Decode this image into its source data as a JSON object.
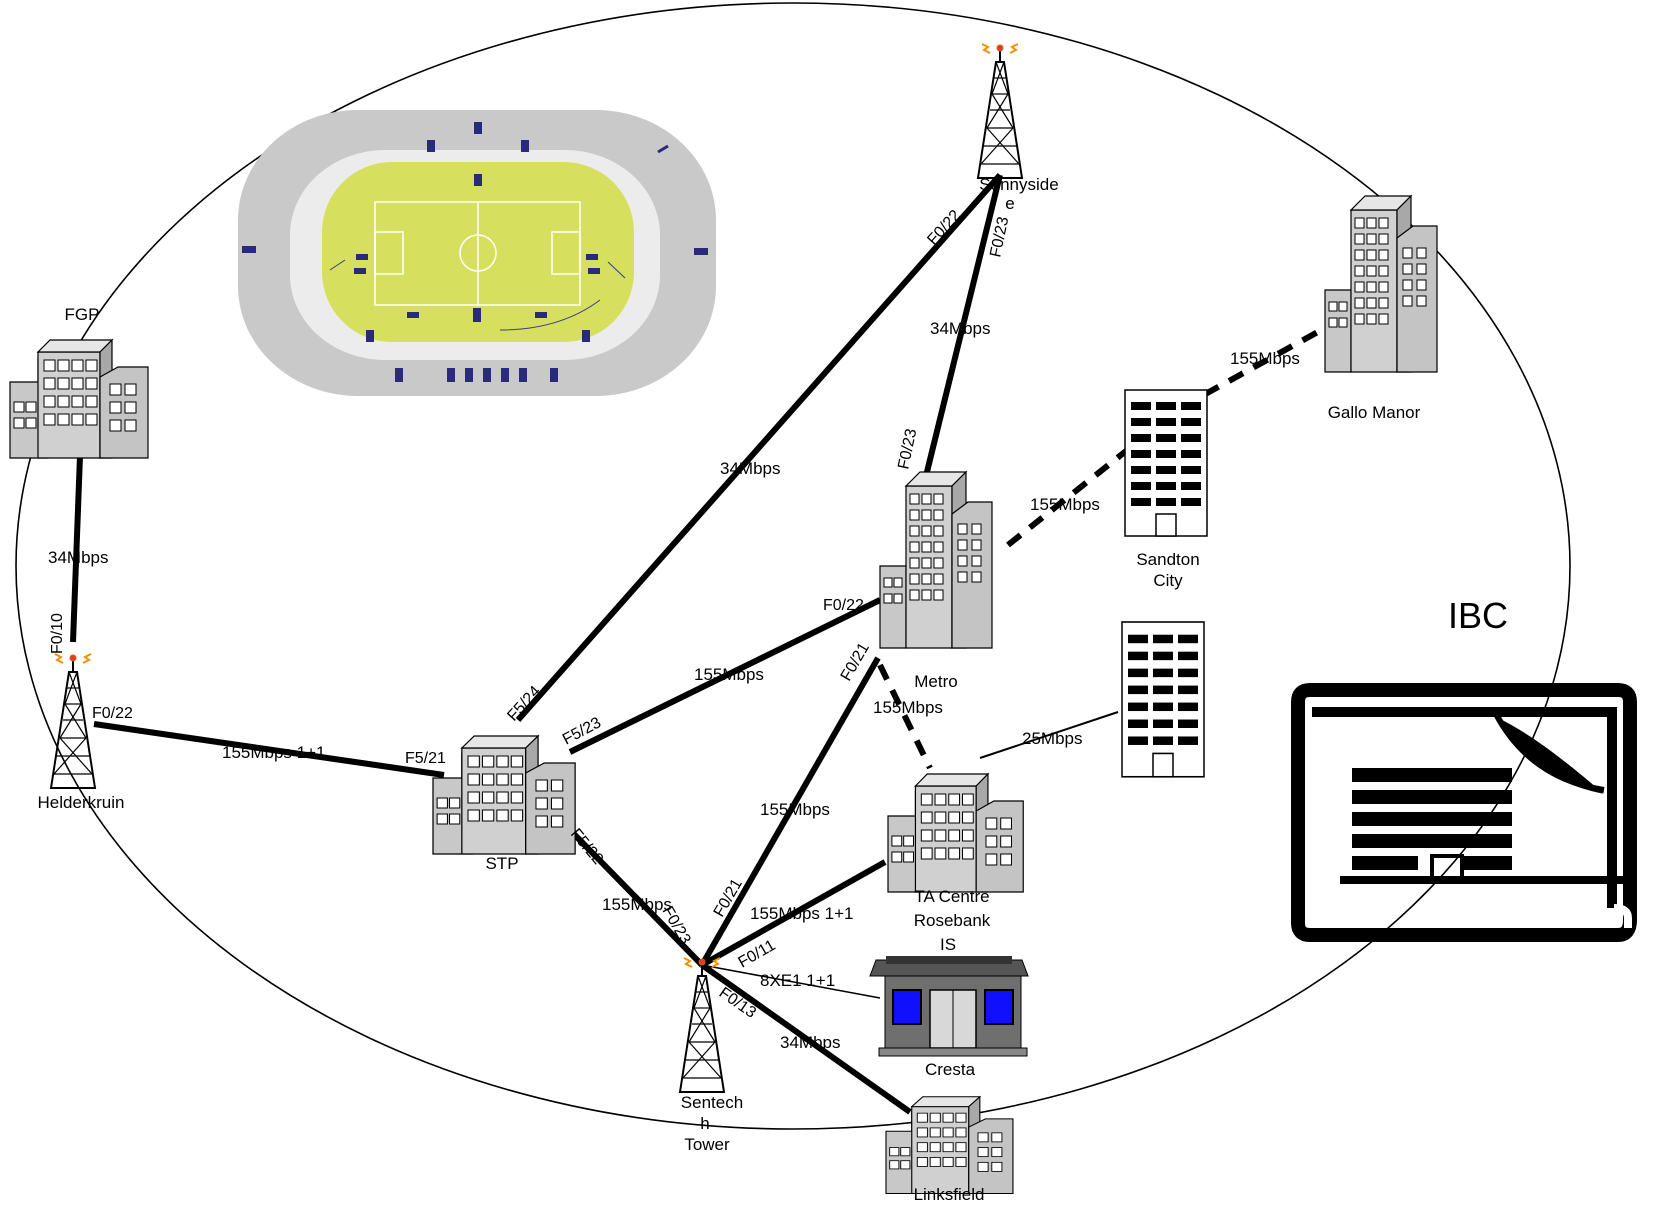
{
  "sites": {
    "fgp": "FGP",
    "helderkruin": "Helderkruin",
    "stp": "STP",
    "sunnyside": "Sunnyside",
    "sunnyside_suffix": "e",
    "metro": "Metro",
    "sandton_line1": "Sandton",
    "sandton_line2": "City",
    "gallo": "Gallo Manor",
    "ta_line1": "TA Centre",
    "ta_line2": "Rosebank",
    "ta_line3": "IS",
    "cresta": "Cresta",
    "sentech_line1": "Sentech",
    "sentech_line2": "h",
    "sentech_line3": "Tower",
    "linksfield": "Linksfield",
    "ibc": "IBC"
  },
  "links": {
    "fgp_helder": "34Mbps",
    "helder_stp": "155Mbps 1+1",
    "stp_sunny": "34Mbps",
    "sunny_metro": "34Mbps",
    "stp_metro": "155Mbps",
    "metro_ta": "155Mbps",
    "sentech_metro": "155Mbps",
    "stp_sentech": "155Mbps",
    "sentech_ta": "155Mbps 1+1",
    "sentech_cresta": "8XE1 1+1",
    "sentech_links": "34Mbps",
    "metro_sandton": "155Mbps",
    "sandton_gallo": "155Mbps",
    "ta_building": "25Mbps"
  },
  "ports": {
    "helder_f010": "F0/10",
    "helder_f022": "F0/22",
    "stp_f521": "F5/21",
    "stp_f524": "F5/24",
    "stp_f523": "F5/23",
    "stp_f522": "F5/22",
    "sunny_f022": "F0/22",
    "sunny_f023": "F0/23",
    "metro_f023": "F0/23",
    "metro_f022": "F0/22",
    "metro_f021": "F0/21",
    "sentech_f023": "F0/23",
    "sentech_f021": "F0/21",
    "sentech_f011": "F0/11",
    "sentech_f013": "F0/13"
  }
}
